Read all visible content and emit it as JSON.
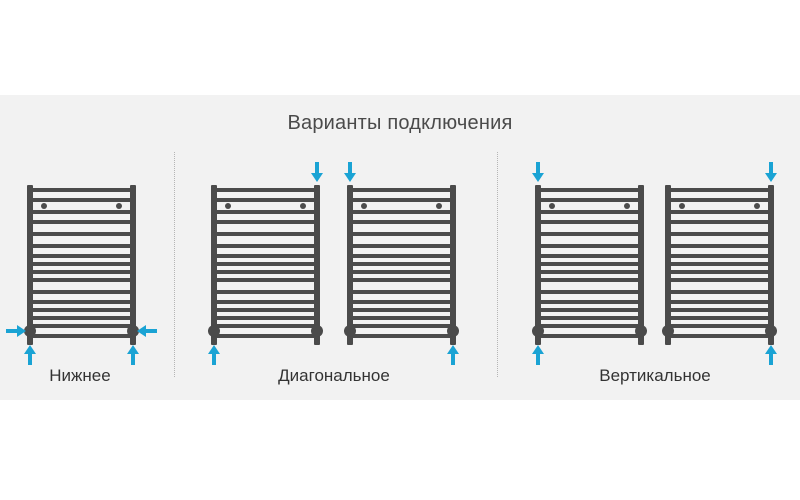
{
  "title": "Варианты подключения",
  "sections": [
    {
      "label": "Нижнее"
    },
    {
      "label": "Диагональное"
    },
    {
      "label": "Вертикальное"
    }
  ],
  "colors": {
    "arrow": "#1aa3d4",
    "heater": "#4b4b4b",
    "band": "#f2f2f2"
  },
  "connection_arrows": [
    {
      "heater": 1,
      "arrows": [
        "left-in-pointing-right",
        "right-in-pointing-left",
        "bottom-left-up",
        "bottom-right-up"
      ]
    },
    {
      "heater": 2,
      "arrows": [
        "top-right-down",
        "bottom-left-up"
      ]
    },
    {
      "heater": 3,
      "arrows": [
        "top-left-down",
        "bottom-right-up"
      ]
    },
    {
      "heater": 4,
      "arrows": [
        "top-left-down",
        "bottom-left-up"
      ]
    },
    {
      "heater": 5,
      "arrows": [
        "top-right-down",
        "bottom-right-up"
      ]
    }
  ]
}
